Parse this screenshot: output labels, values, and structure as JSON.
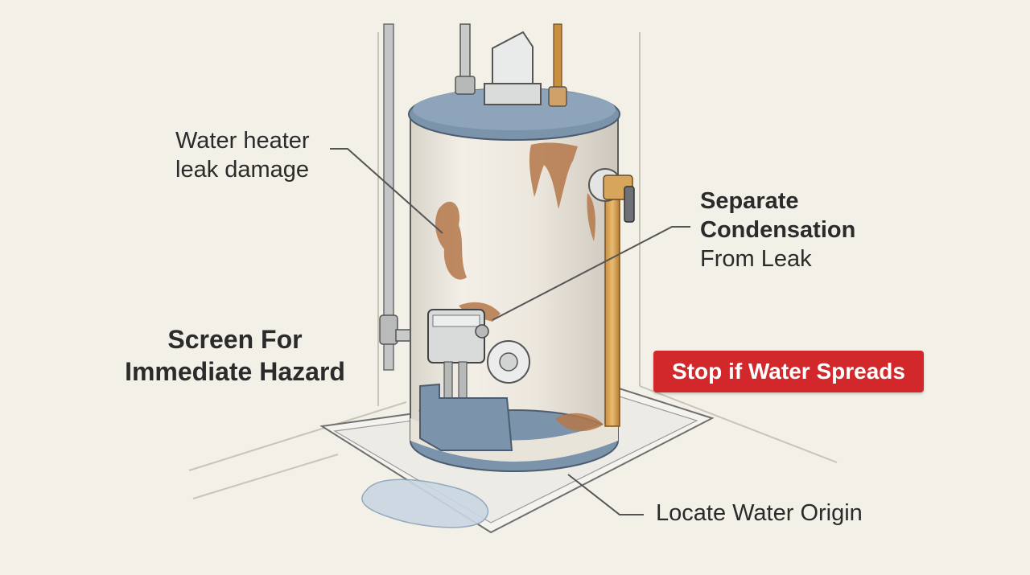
{
  "labels": {
    "leak_damage": [
      "Water heater",
      "leak damage"
    ],
    "separate": {
      "line1": "Separate",
      "line2": "Condensation",
      "line3": "From Leak"
    },
    "hazard": [
      "Screen For",
      "Immediate Hazard"
    ],
    "origin": "Locate Water Origin"
  },
  "badge": {
    "text": "Stop if Water Spreads",
    "color": "#d3282b"
  },
  "colors": {
    "background": "#f3f0e8",
    "tank_body": "#ece7dd",
    "tank_lid": "#7b93ab",
    "rust": "#b5784a",
    "pan": "#f4f2ee",
    "copper_pipe": "#d7a55c",
    "puddle": "#c9d6e2"
  }
}
